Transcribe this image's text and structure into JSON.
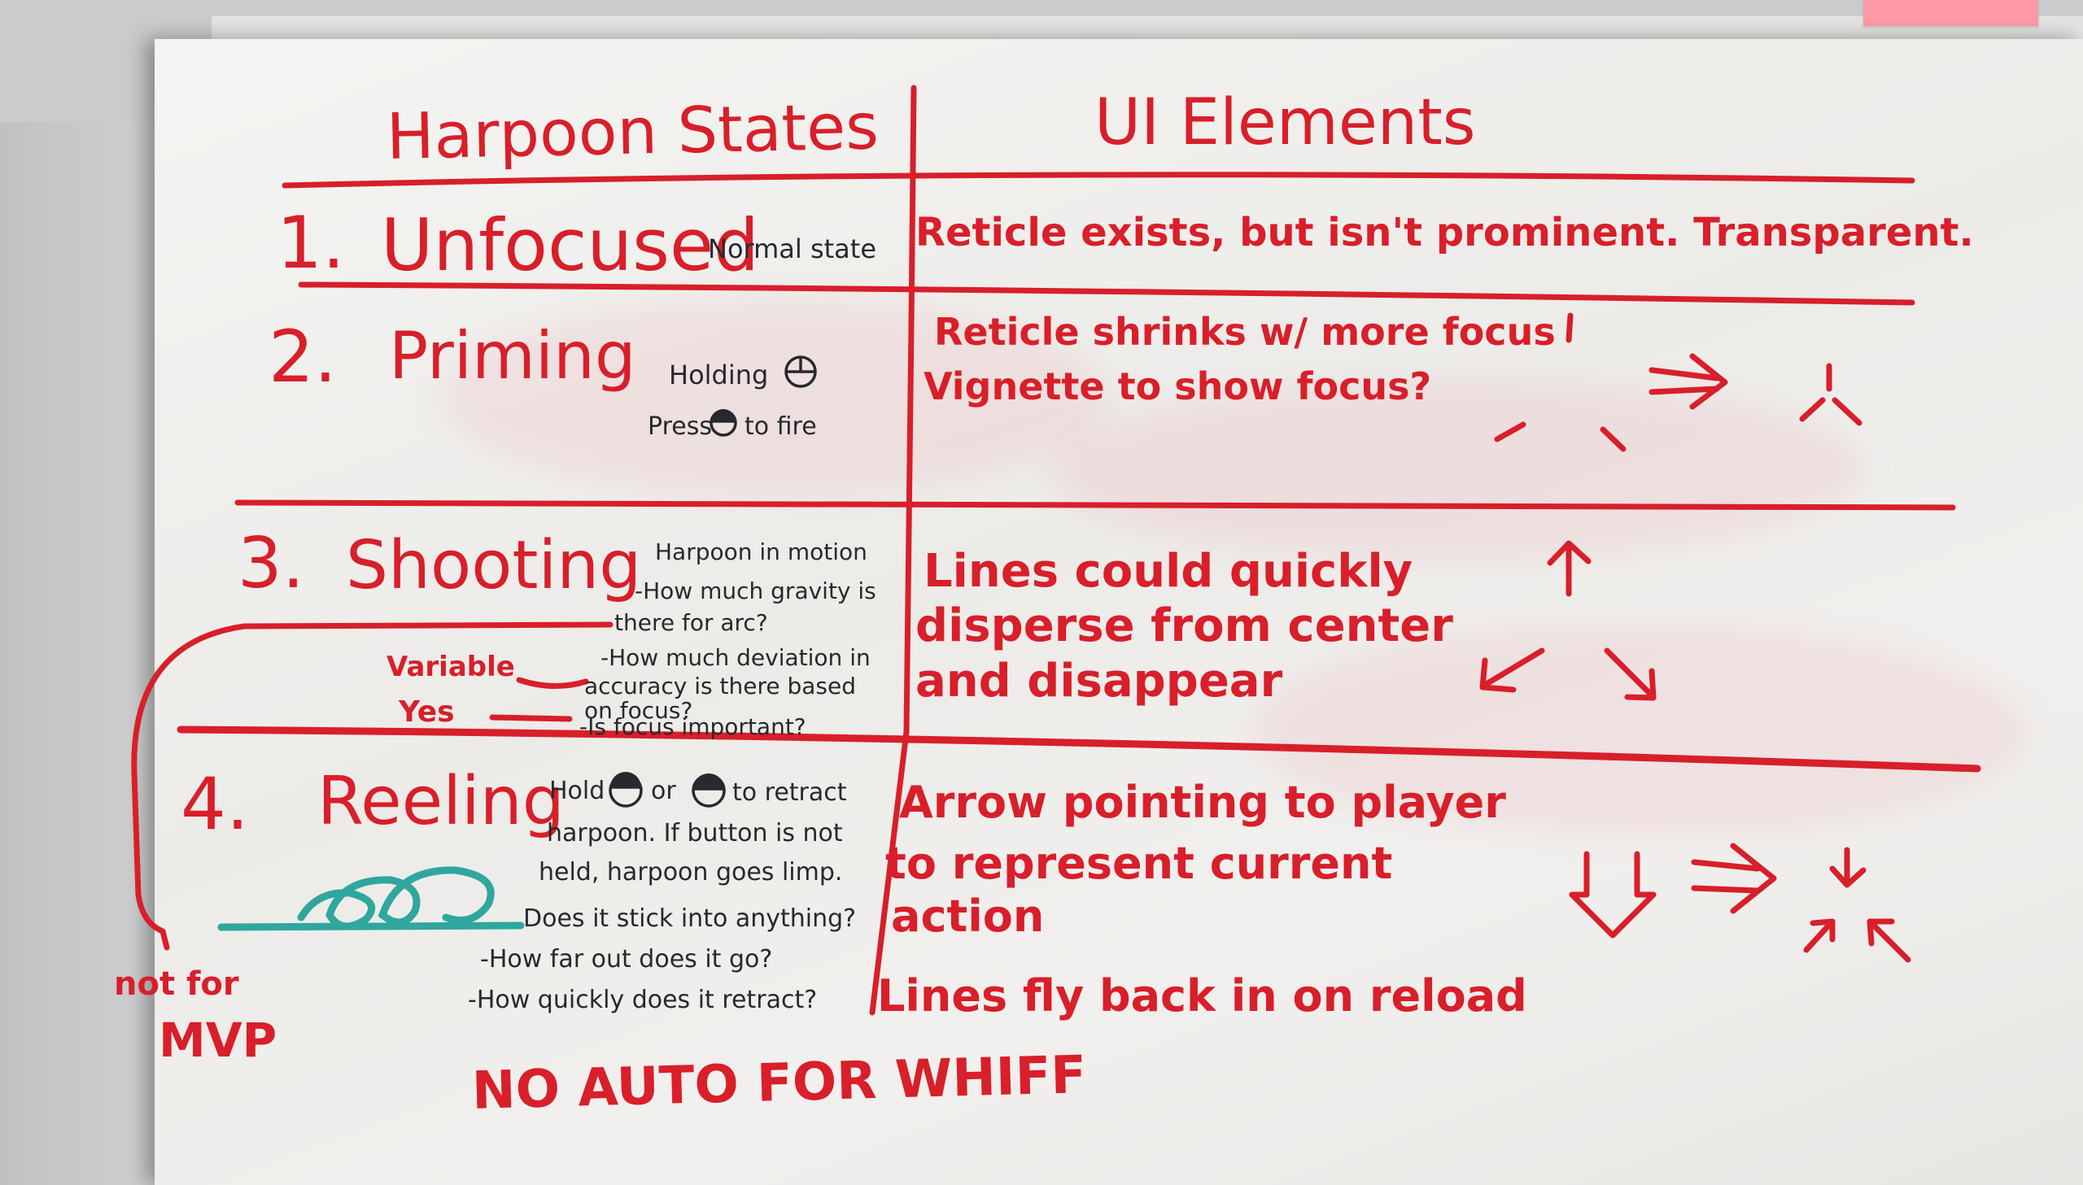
{
  "header": {
    "left": "Harpoon States",
    "right": "UI Elements"
  },
  "rows": [
    {
      "number": "1.",
      "state": "Unfocused",
      "note_black": [
        "Normal state"
      ],
      "ui_text": [
        "Reticle exists, but isn't prominent. Transparent."
      ]
    },
    {
      "number": "2.",
      "state": "Priming",
      "note_black": [
        "Holding",
        "Press",
        "to fire"
      ],
      "ui_text": [
        "Reticle shrinks w/ more focus",
        "Vignette to show focus?"
      ]
    },
    {
      "number": "3.",
      "state": "Shooting",
      "note_black": [
        "Harpoon in motion",
        "-How much gravity is",
        "there for arc?",
        "-How much deviation in",
        "accuracy is there based",
        "on focus?",
        "-Is focus important?"
      ],
      "side_red": [
        "Variable",
        "Yes"
      ],
      "ui_text": [
        "Lines could quickly",
        "disperse from center",
        "and disappear"
      ]
    },
    {
      "number": "4.",
      "state": "Reeling",
      "note_black": [
        "Hold",
        "or",
        "to retract",
        "harpoon. If button is not",
        "held, harpoon goes limp.",
        "Does it stick into anything?",
        "-How far out does it go?",
        "-How quickly does it retract?"
      ],
      "ui_text": [
        "Arrow pointing to player",
        "to represent current",
        "action",
        "Lines fly back in on reload"
      ]
    }
  ],
  "side_note": [
    "not for",
    "MVP"
  ],
  "footer": "NO AUTO FOR WHIFF",
  "colors": {
    "marker_red": "#d81f2a",
    "marker_black": "#26292d",
    "marker_teal": "#2fa79e",
    "board": "#f1f0ee",
    "sticky_note": "#ff9aa8"
  }
}
